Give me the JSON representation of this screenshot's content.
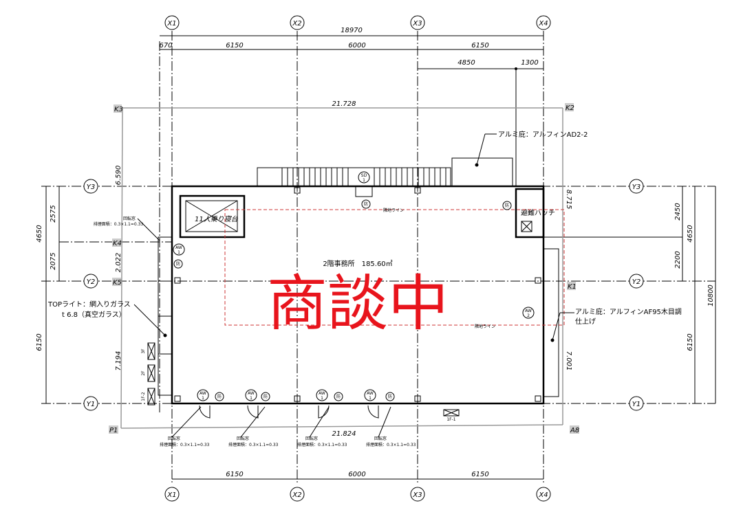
{
  "axes": {
    "x": [
      "X1",
      "X2",
      "X3",
      "X4"
    ],
    "y": [
      "Y1",
      "Y2",
      "Y3"
    ]
  },
  "dims_top": {
    "overall": "18970",
    "spans": [
      "670",
      "6150",
      "6000",
      "6150"
    ],
    "upper": [
      "4850",
      "1300"
    ]
  },
  "dims_bottom": {
    "spans": [
      "6150",
      "6000",
      "6150"
    ]
  },
  "dims_left": {
    "outer": [
      "4650",
      "6150"
    ],
    "inner": [
      "2575",
      "2075"
    ]
  },
  "dims_right": {
    "inner": [
      "2450",
      "2200"
    ],
    "mid": [
      "4650",
      "6150"
    ],
    "outer": "10800"
  },
  "survey": {
    "points": [
      "K3",
      "K2",
      "K4",
      "K5",
      "K1",
      "P1",
      "A8"
    ],
    "lengths": {
      "top": "21.728",
      "bottom": "21.824",
      "left_a": "6.590",
      "left_b": "2.022",
      "left_c": "7.194",
      "right_a": "8.715",
      "right_b": "7.001"
    }
  },
  "labels": {
    "room": "2階事務所　185.60㎡",
    "elevator": "11人乗り寝台",
    "hatch": "避難ハッチ",
    "door_ad": "アルミ庇：アルフィンAD2-2",
    "door_af": "アルミ庇：アルフィンAF95木目調",
    "door_af_2": "仕上げ",
    "toplight_1": "TOPライト：網入りガラス",
    "toplight_2": "t 6.8（真空ガラス）",
    "window_1": "回転窓",
    "window_2": "排煙面積：0.3×1.1=0.33",
    "sd": "SD",
    "sd_num": "1",
    "aw": "AW",
    "aw1": "1",
    "aw2": "2",
    "fire": "防",
    "floor_3f": "3F",
    "floor_2f": "2F",
    "floor_1f2": "1F-2",
    "floor_1f1": "1F-1",
    "boundary": "隣地ライン"
  },
  "stamp": "商談中",
  "colors": {
    "stamp": "#e8141c",
    "boundary": "#cc3333"
  }
}
